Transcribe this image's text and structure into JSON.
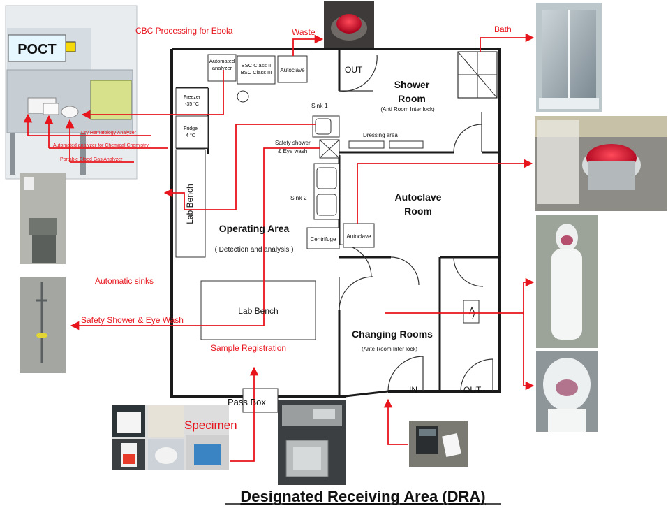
{
  "title": "Designated Receiving Area (DRA)",
  "labels": {
    "cbc": "CBC Processing for Ebola",
    "waste": "Waste",
    "bath": "Bath",
    "poct": "POCT",
    "dry_hematology": "Dry Hematology Analyzer",
    "chem_analyzer": "Automated analyzer for Chemical Chemistry",
    "blood_gas": "Portable Blood Gas Analyzer",
    "automatic_sinks": "Automatic sinks",
    "safety_shower_eye_wash": "Safety Shower & Eye Wash",
    "sample_registration": "Sample Registration",
    "specimen": "Specimen"
  },
  "rooms": {
    "automated_analyzer_1": "Automated",
    "automated_analyzer_2": "analyzer",
    "bsc_1": "BSC Class II",
    "bsc_2": "BSC Class III",
    "autoclave_top": "Autoclave",
    "out_top": "OUT",
    "shower_room_1": "Shower",
    "shower_room_2": "Room",
    "shower_interlock": "(Anti Room Inter lock)",
    "freezer_1": "Freezer",
    "freezer_2": "-35 °C",
    "fridge_1": "Fridge",
    "fridge_2": "4 °C",
    "sink1": "Sink  1",
    "dressing_area": "Dressing area",
    "safety_shower_1": "Safety shower",
    "safety_shower_2": "& Eye wash",
    "sink2": "Sink  2",
    "lab_bench_vertical": "Lab Bench",
    "autoclave_room_1": "Autoclave",
    "autoclave_room_2": "Room",
    "operating_area": "Operating Area",
    "detection": "( Detection and analysis )",
    "centrifuge": "Centrifuge",
    "autoclave_mid": "Autoclave",
    "lab_bench": "Lab Bench",
    "changing_rooms": "Changing Rooms",
    "changing_interlock": "(Ante  Room Inter lock)",
    "in": "IN",
    "out_bottom": "OUT",
    "pass_box": "Pass Box"
  },
  "colors": {
    "arrow": "#e8141c",
    "wall": "#1a1a1a",
    "title": "#111111"
  }
}
